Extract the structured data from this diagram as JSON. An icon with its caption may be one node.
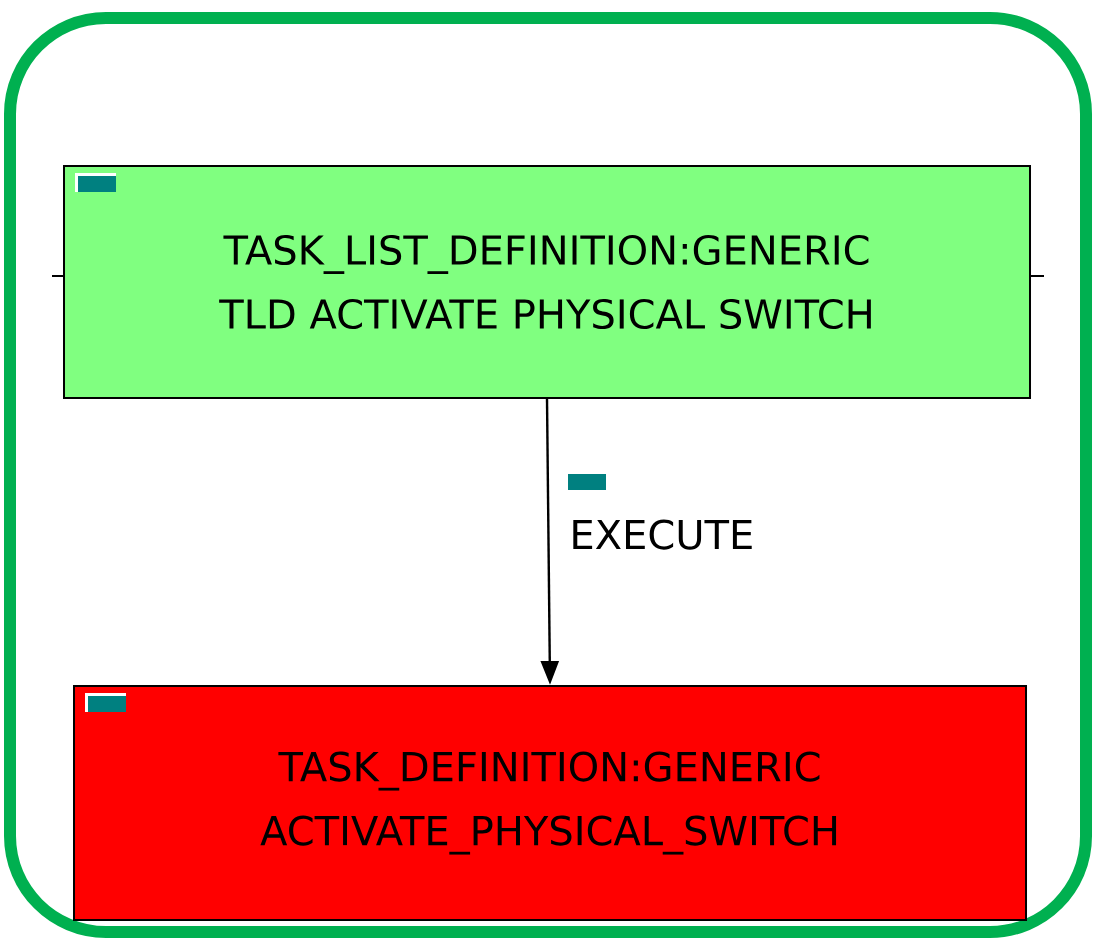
{
  "diagram": {
    "nodes": [
      {
        "text": [],
        "shape": "box"
      },
      {
        "text": [
          "TASK_LIST_DEFINITION:GENERIC",
          "TLD ACTIVATE PHYSICAL SWITCH"
        ],
        "in": 0
      },
      {
        "text": [
          "TASK_DEFINITION:GENERIC",
          "ACTIVATE_PHYSICAL_SWITCH"
        ],
        "in": 0
      }
    ],
    "edges": [
      {
        "from": 1,
        "to": 2,
        "arrow": "to",
        "label": "EXECUTE"
      }
    ]
  }
}
